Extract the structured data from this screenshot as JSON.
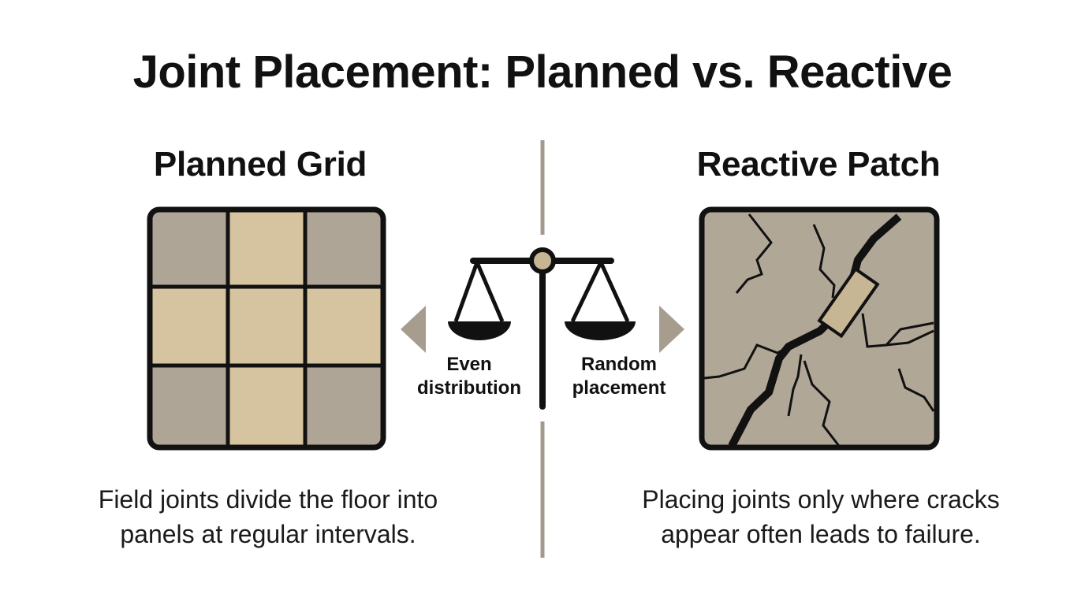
{
  "title": "Joint Placement: Planned vs. Reactive",
  "left": {
    "heading": "Planned Grid",
    "caption_line1": "Field joints divide the floor into",
    "caption_line2": "panels at regular intervals.",
    "scale_label_line1": "Even",
    "scale_label_line2": "distribution"
  },
  "right": {
    "heading": "Reactive Patch",
    "caption_line1": "Placing joints only where cracks",
    "caption_line2": "appear often leads to failure.",
    "scale_label_line1": "Random",
    "scale_label_line2": "placement"
  },
  "colors": {
    "panel_gray": "#aea597",
    "panel_tan": "#d6c3a0",
    "cracked_slab": "#b1a797",
    "patch": "#c7b694",
    "divider": "#a39a8e",
    "arrow": "#a79d8f",
    "outline": "#111111"
  },
  "icons": {
    "center": "balance-scale-icon",
    "left_arrow": "triangle-left-icon",
    "right_arrow": "triangle-right-icon"
  }
}
